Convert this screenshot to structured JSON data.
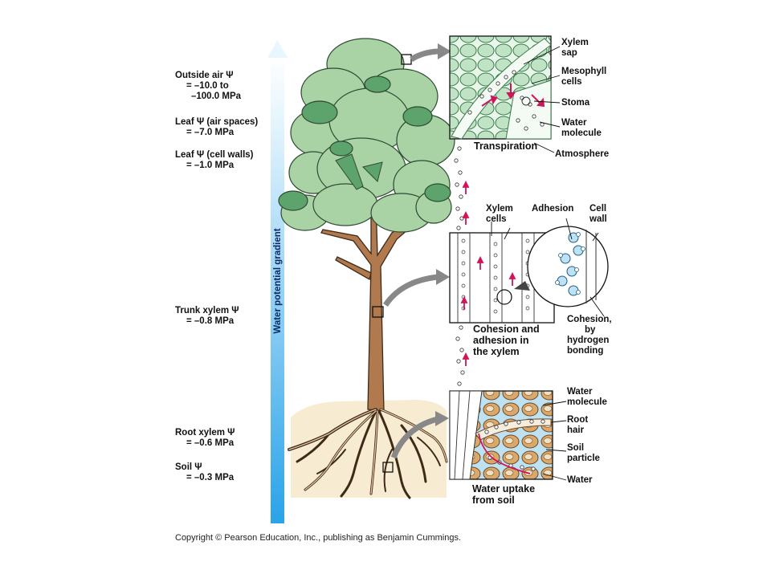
{
  "gradient_label": "Water potential gradient",
  "potentials": [
    {
      "line1": "Outside air Ψ",
      "line2": "= –10.0 to",
      "line3": "–100.0 MPa"
    },
    {
      "line1": "Leaf Ψ (air spaces)",
      "line2": "= –7.0 MPa"
    },
    {
      "line1": "Leaf Ψ (cell walls)",
      "line2": "= –1.0 MPa"
    },
    {
      "line1": "Trunk xylem Ψ",
      "line2": "= –0.8 MPa"
    },
    {
      "line1": "Root xylem Ψ",
      "line2": "= –0.6 MPa"
    },
    {
      "line1": "Soil Ψ",
      "line2": "= –0.3 MPa"
    }
  ],
  "panels": {
    "transpiration": {
      "caption": "Transpiration",
      "labels": [
        "Xylem",
        "sap",
        "Mesophyll",
        "cells",
        "Stoma",
        "Water",
        "molecule",
        "Atmosphere"
      ]
    },
    "cohesion": {
      "caption_lines": [
        "Cohesion and",
        "adhesion in",
        "the xylem"
      ],
      "labels": [
        "Xylem",
        "cells",
        "Adhesion",
        "Cell",
        "wall",
        "Cohesion,",
        "by",
        "hydrogen",
        "bonding"
      ]
    },
    "uptake": {
      "caption_lines": [
        "Water uptake",
        "from soil"
      ],
      "labels": [
        "Water",
        "molecule",
        "Root",
        "hair",
        "Soil",
        "particle",
        "Water"
      ]
    }
  },
  "copyright": "Copyright © Pearson Education, Inc., publishing as Benjamin Cummings.",
  "colors": {
    "gradient_top": "#ffffff",
    "gradient_bottom": "#2aa3e8",
    "foliage": "#a9d3a4",
    "foliage_dark": "#5da36c",
    "trunk": "#b07a4e",
    "soil": "#f7ecd2",
    "arrow": "#888888",
    "water_flow": "#d0145a",
    "leaf_cell": "#bfe3c4",
    "soil_particle": "#d9a86a"
  }
}
